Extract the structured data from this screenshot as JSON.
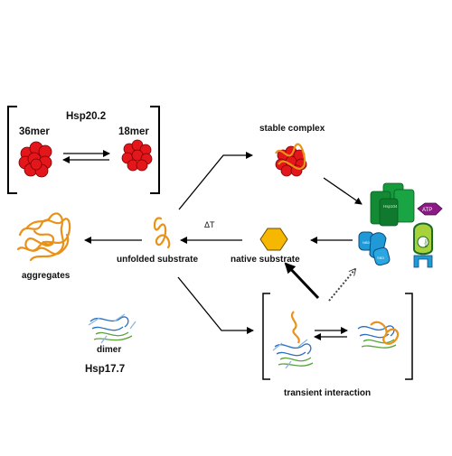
{
  "labels": {
    "hsp20_2": "Hsp20.2",
    "mer36": "36mer",
    "mer18": "18mer",
    "stable_complex": "stable complex",
    "delta_t": "ΔT",
    "unfolded_substrate": "unfolded substrate",
    "native_substrate": "native substrate",
    "aggregates": "aggregates",
    "dimer": "dimer",
    "hsp17_7": "Hsp17.7",
    "transient_interaction": "transient interaction",
    "atp": "ATP"
  },
  "colors": {
    "oligomer": "#e3161b",
    "substrate": "#e8921a",
    "native": "#f5b700",
    "hsp70": "#1f9ad6",
    "hsp100": "#169b3c",
    "atp": "#8b1a86",
    "dimer_blue": "#2a6fc2",
    "dimer_green": "#5aa33a"
  }
}
